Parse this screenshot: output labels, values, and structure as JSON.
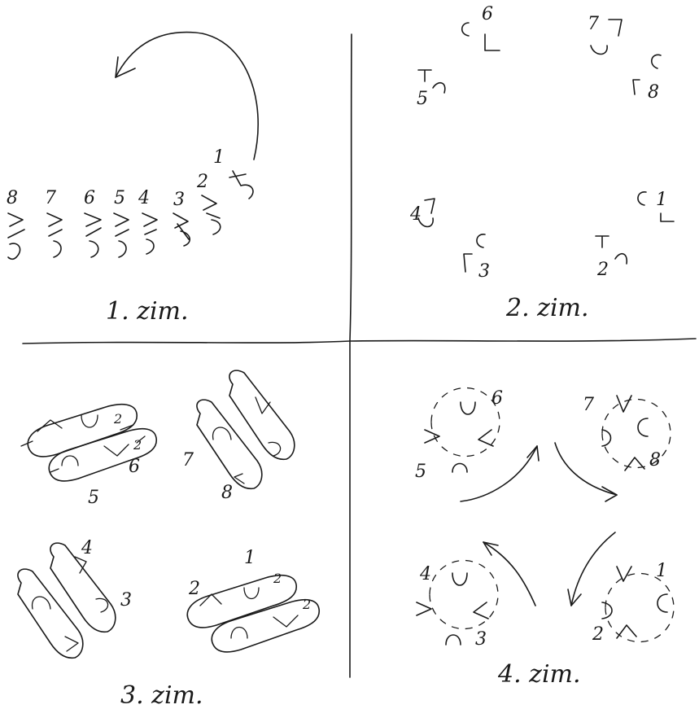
{
  "panels": [
    {
      "caption": "1. zim.",
      "numbers": [
        "8",
        "7",
        "6",
        "5",
        "4",
        "3",
        "2",
        "1"
      ]
    },
    {
      "caption": "2. zim.",
      "numbers": [
        "6",
        "7",
        "5",
        "8",
        "4",
        "1",
        "3",
        "2"
      ]
    },
    {
      "caption": "3. zim.",
      "numbers": [
        "5",
        "6",
        "7",
        "8",
        "4",
        "3",
        "1",
        "2"
      ],
      "superscripts": [
        "2",
        "2",
        "2",
        "2"
      ]
    },
    {
      "caption": "4. zim.",
      "numbers": [
        "6",
        "7",
        "5",
        "8",
        "4",
        "1",
        "3",
        "2"
      ]
    }
  ]
}
